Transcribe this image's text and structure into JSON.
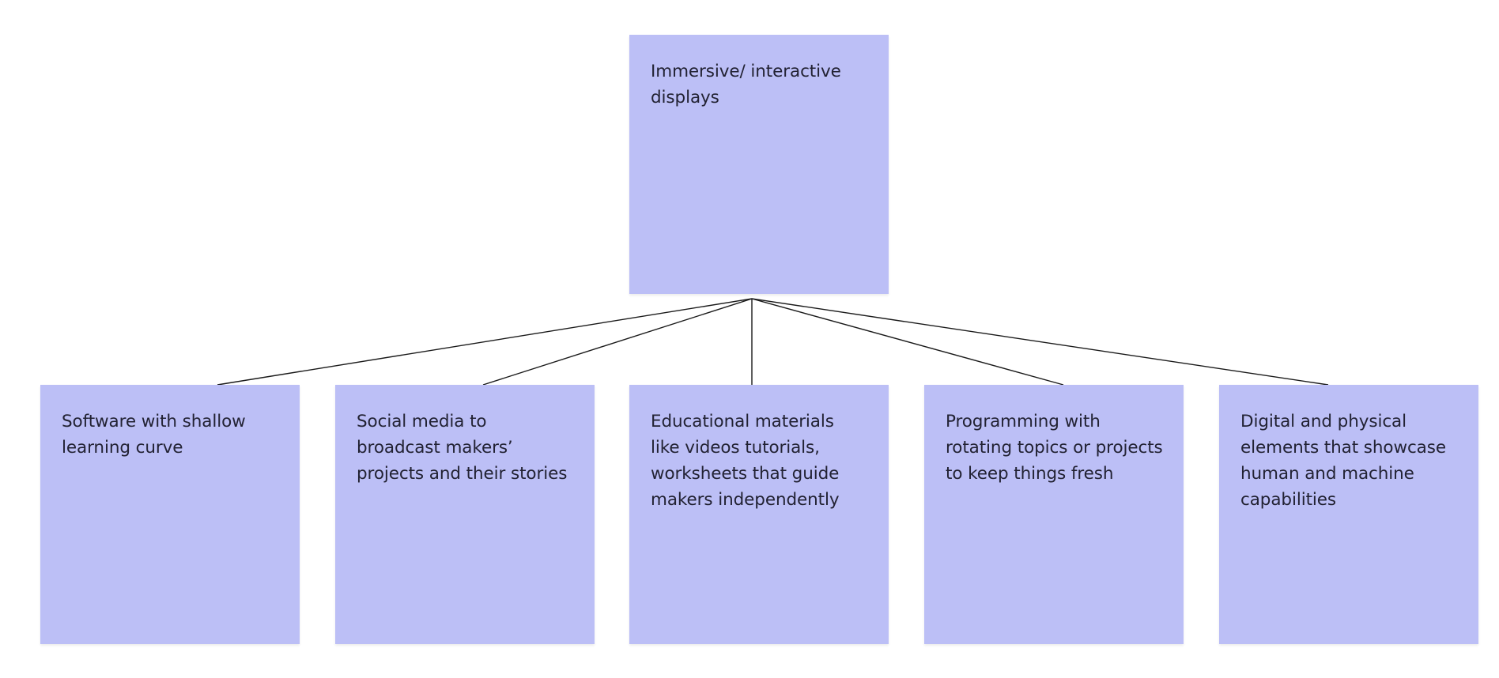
{
  "root": {
    "text": "Immersive/ interactive displays"
  },
  "children": [
    {
      "text": "Software with shallow learning curve"
    },
    {
      "text": "Social media to broadcast makers’ projects and their stories"
    },
    {
      "text": "Educational materials like videos tutorials, worksheets that guide makers independently"
    },
    {
      "text": "Programming with rotating topics or projects to keep things fresh"
    },
    {
      "text": "Digital and physical elements that showcase human and machine capabilities"
    }
  ],
  "colors": {
    "sticky": "#bcbff6",
    "text": "#222233",
    "connector": "#1a1a1a"
  }
}
